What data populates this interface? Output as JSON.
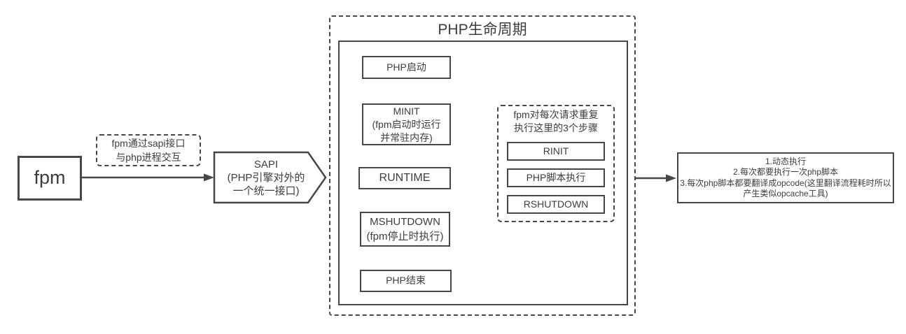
{
  "diagram": {
    "colors": {
      "line": "#474747",
      "text": "#3d3d3d",
      "background": "#ffffff"
    },
    "fpm": {
      "label": "fpm"
    },
    "sapi_note": {
      "line1": "fpm通过sapi接口",
      "line2": "与php进程交互"
    },
    "sapi": {
      "title": "SAPI",
      "line2": "(PHP引擎对外的",
      "line3": "一个统一接口)"
    },
    "lifecycle": {
      "title": "PHP生命周期",
      "php_start": "PHP启动",
      "minit": {
        "line1": "MINIT",
        "line2": "(fpm启动时运行",
        "line3": "并常驻内存)"
      },
      "runtime": "RUNTIME",
      "mshutdown": {
        "line1": "MSHUTDOWN",
        "line2": "(fpm停止时执行)"
      },
      "php_end": "PHP结束"
    },
    "request_loop": {
      "note_line1": "fpm对每次请求重复",
      "note_line2": "执行这里的3个步骤",
      "steps": [
        "RINIT",
        "PHP脚本执行",
        "RSHUTDOWN"
      ]
    },
    "exec_notes": {
      "item1": "1.动态执行",
      "item2": "2.每次都要执行一次php脚本",
      "item3": "3.每次php脚本都要翻译成opcode(这里翻译流程耗时所以产生类似opcache工具)"
    }
  }
}
